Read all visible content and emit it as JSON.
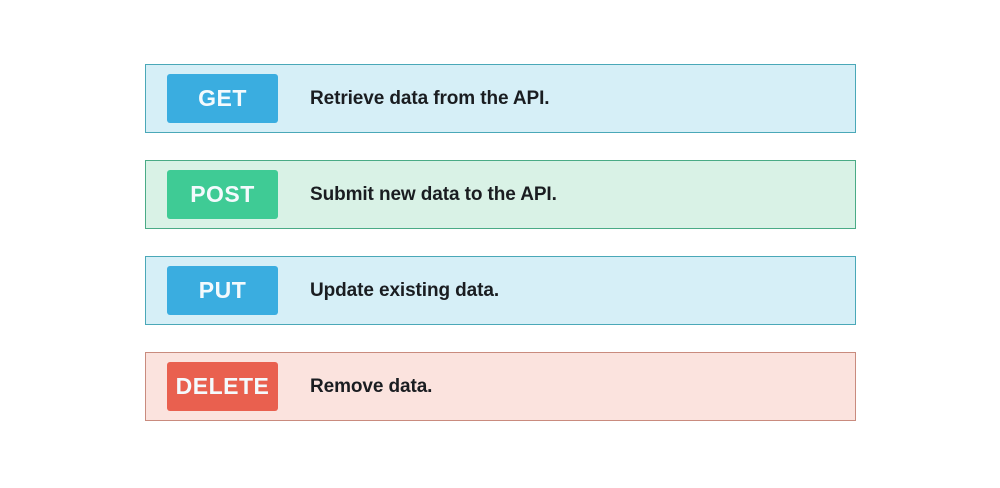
{
  "page": {
    "background_color": "#ffffff"
  },
  "methods_table": {
    "rows": [
      {
        "method": "GET",
        "description": "Retrieve data from the API.",
        "badge_color": "#3aade0",
        "row_background": "#d6eff7",
        "row_border": "#4aa8b8",
        "variant": "blue"
      },
      {
        "method": "POST",
        "description": "Submit new data to the API.",
        "badge_color": "#3fcb95",
        "row_background": "#d9f2e6",
        "row_border": "#4aab86",
        "variant": "green"
      },
      {
        "method": "PUT",
        "description": "Update existing data.",
        "badge_color": "#3aade0",
        "row_background": "#d6eff7",
        "row_border": "#4aa8b8",
        "variant": "blue"
      },
      {
        "method": "DELETE",
        "description": "Remove data.",
        "badge_color": "#e9604f",
        "row_background": "#fbe3de",
        "row_border": "#c98b7e",
        "variant": "red"
      }
    ]
  }
}
